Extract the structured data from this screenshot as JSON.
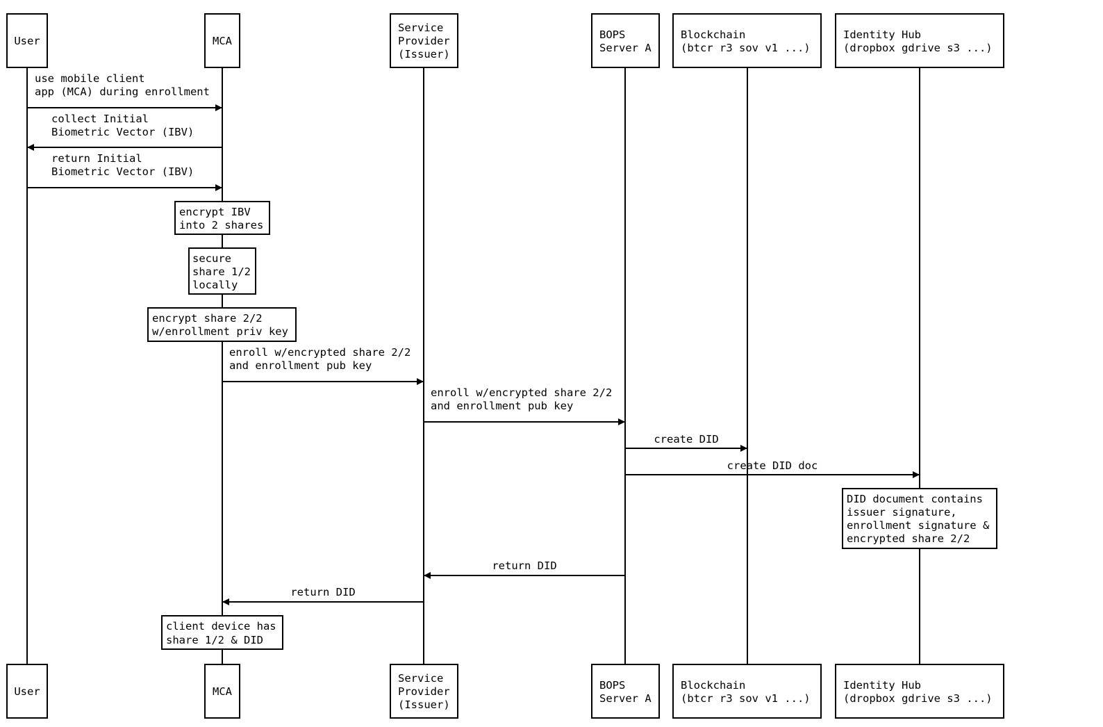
{
  "participants": [
    {
      "id": "user",
      "label": [
        "User"
      ]
    },
    {
      "id": "mca",
      "label": [
        "MCA"
      ]
    },
    {
      "id": "sp",
      "label": [
        "Service",
        "Provider",
        "(Issuer)"
      ]
    },
    {
      "id": "bops",
      "label": [
        "BOPS",
        "Server A"
      ]
    },
    {
      "id": "chain",
      "label": [
        "Blockchain",
        "(btcr r3 sov v1 ...)"
      ]
    },
    {
      "id": "hub",
      "label": [
        "Identity Hub",
        "(dropbox gdrive s3 ...)"
      ]
    }
  ],
  "messages": [
    {
      "from": "user",
      "to": "mca",
      "label": [
        "use mobile client",
        "app (MCA) during enrollment"
      ]
    },
    {
      "from": "mca",
      "to": "user",
      "label": [
        "collect Initial",
        "Biometric Vector (IBV)"
      ]
    },
    {
      "from": "user",
      "to": "mca",
      "label": [
        "return Initial",
        "Biometric Vector (IBV)"
      ]
    },
    {
      "from": "mca",
      "to": "sp",
      "label": [
        "enroll w/encrypted share 2/2",
        "and enrollment pub key"
      ]
    },
    {
      "from": "sp",
      "to": "bops",
      "label": [
        "enroll w/encrypted share 2/2",
        "and enrollment pub key"
      ]
    },
    {
      "from": "bops",
      "to": "chain",
      "label": [
        "create DID"
      ]
    },
    {
      "from": "bops",
      "to": "hub",
      "label": [
        "create DID doc"
      ]
    },
    {
      "from": "bops",
      "to": "sp",
      "label": [
        "return DID"
      ]
    },
    {
      "from": "sp",
      "to": "mca",
      "label": [
        "return DID"
      ]
    }
  ],
  "notes": [
    {
      "on": "mca",
      "label": [
        "encrypt IBV",
        "into 2 shares"
      ]
    },
    {
      "on": "mca",
      "label": [
        "secure",
        "share 1/2",
        "locally"
      ]
    },
    {
      "on": "mca",
      "label": [
        "encrypt share 2/2",
        "w/enrollment priv key"
      ]
    },
    {
      "on": "hub",
      "label": [
        "DID document contains",
        "issuer signature,",
        "enrollment signature &",
        "encrypted share 2/2"
      ]
    },
    {
      "on": "mca",
      "label": [
        "client device has",
        "share 1/2 & DID"
      ]
    }
  ]
}
